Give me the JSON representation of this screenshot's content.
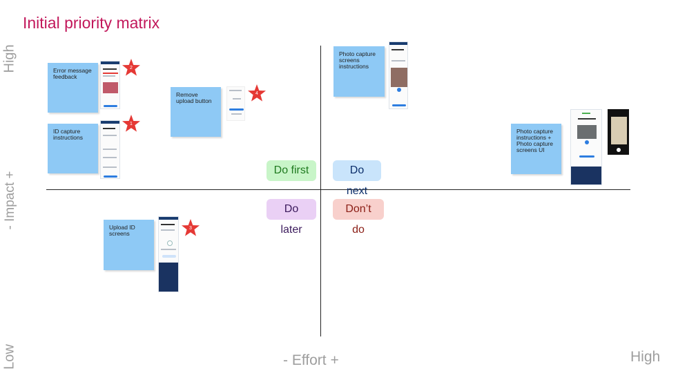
{
  "title": "Initial priority matrix",
  "y_axis": {
    "label": "-  Impact +",
    "high": "High",
    "low": "Low"
  },
  "x_axis": {
    "label": "-   Effort +",
    "high": "High"
  },
  "quadrants": {
    "do_first": {
      "label": "Do first",
      "bg": "#c8f5c8",
      "color": "#1f7a1f"
    },
    "do_next": {
      "label": "Do next",
      "bg": "#c9e4fb",
      "color": "#0d2f6b"
    },
    "do_later": {
      "label": "Do later",
      "bg": "#ead0f5",
      "color": "#3b1a5c"
    },
    "dont_do": {
      "label": "Don’t do",
      "bg": "#f8d0cc",
      "color": "#8b1e16"
    }
  },
  "stickies": {
    "error_message": "Error message feedback",
    "id_capture": "ID capture instructions",
    "remove_upload": "Remove upload button",
    "photo_capture_screens": "Photo capture screens instructions",
    "photo_capture_ui": "Photo capture instructions + Photo capture screens UI",
    "upload_id": "Upload ID screens"
  },
  "colors": {
    "sticky": "#8ec9f5",
    "star": "#e53935",
    "title": "#c2185b",
    "axis_label": "#9e9e9e"
  },
  "stars": {
    "s1": "2",
    "s2": "1",
    "s3": "4",
    "s4": "3"
  }
}
